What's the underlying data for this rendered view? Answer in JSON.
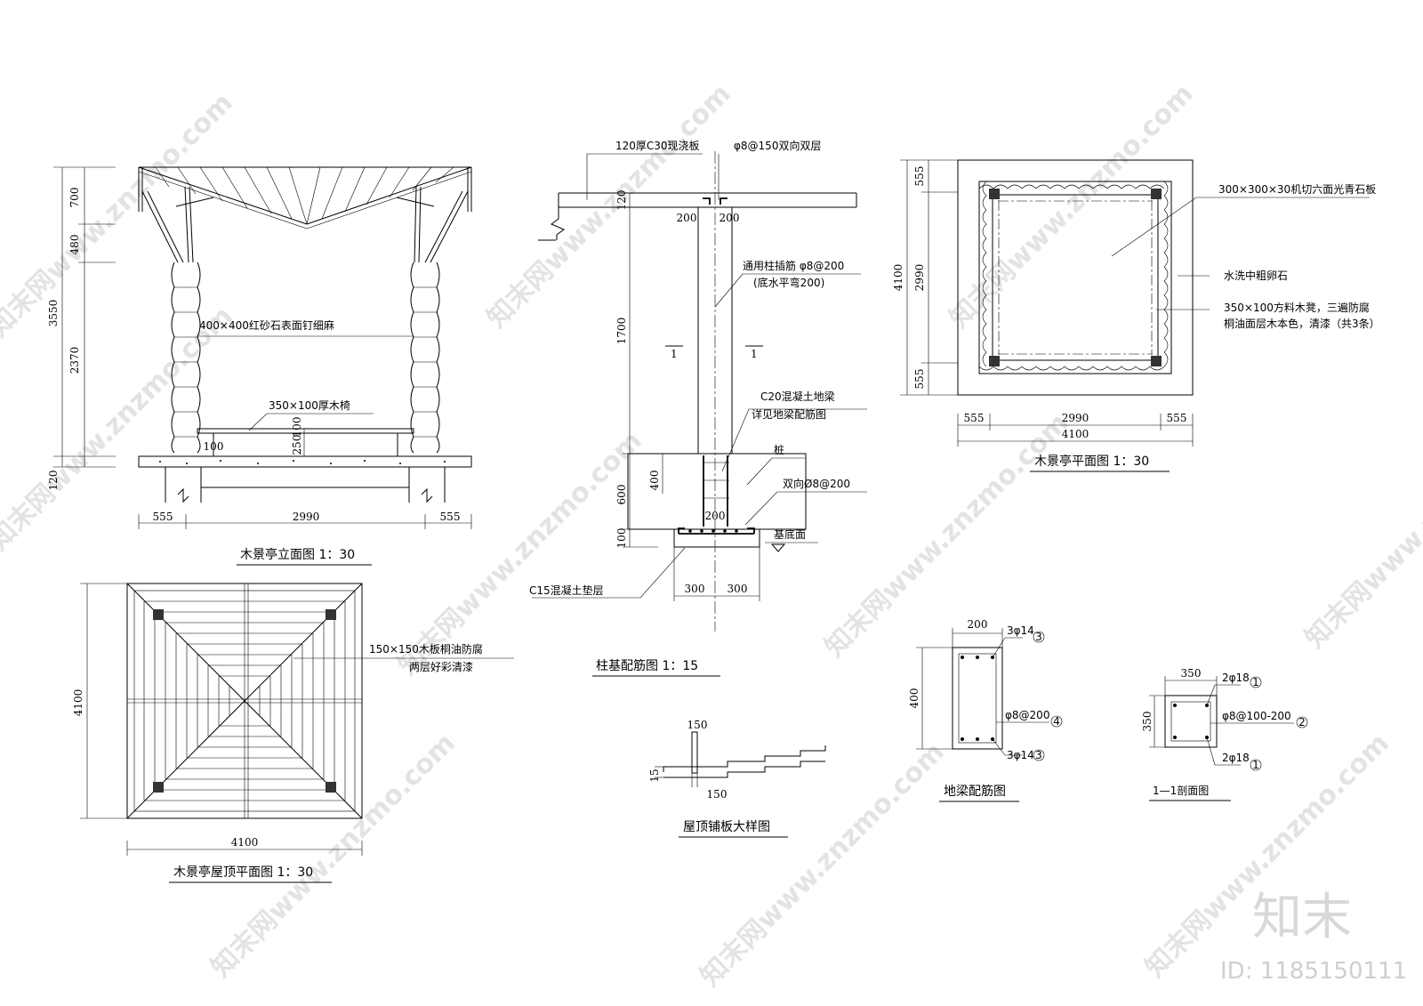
{
  "watermark": {
    "text": "知末网www.znzmo.com",
    "brand": "知末",
    "id_text": "ID: 1185150111"
  },
  "elevation": {
    "title": "木景亭立面图 1：30",
    "column_note": "400×400红砂石表面钉细麻",
    "bench_note": "350×100厚木椅",
    "dims_left": [
      "700",
      "480",
      "3550",
      "2370",
      "120"
    ],
    "dims_bottom": [
      "555",
      "2990",
      "555"
    ],
    "dims_inner": [
      "100",
      "250",
      "100"
    ]
  },
  "roof_plan": {
    "title": "木景亭屋顶平面图 1：30",
    "note_1": "150×150木板桐油防腐",
    "note_2": "两层好彩清漆",
    "dim_left": "4100",
    "dim_bottom": "4100"
  },
  "foundation": {
    "title": "柱基配筋图 1：15",
    "slab_note": "120厚C30现浇板",
    "rebar_note": "φ8@150双向双层",
    "insert_note_1": "通用柱插筋 φ8@200",
    "insert_note_2": "(底水平弯200)",
    "beam_note_1": "C20混凝土地梁",
    "beam_note_2": "详见地梁配筋图",
    "pile_note": "桩",
    "bottom_rebar_note": "双向Ø8@200",
    "base_note": "基底面",
    "cushion_note": "C15混凝土垫层",
    "section_mark": "1",
    "dims_vertical": [
      "120",
      "1700",
      "400",
      "600",
      "100"
    ],
    "dims_top": [
      "200",
      "200"
    ],
    "dim_inner": "200",
    "dims_bottom": [
      "300",
      "300"
    ]
  },
  "floor_plan": {
    "title": "木景亭平面图 1：30",
    "stone_note": "300×300×30机切六面光青石板",
    "pebble_note": "水洗中粗卵石",
    "bench_note_1": "350×100方料木凳，三遍防腐",
    "bench_note_2": "桐油面层木本色，清漆（共3条）",
    "dims_left": [
      "555",
      "2990",
      "555"
    ],
    "dim_left_total": "4100",
    "dims_bottom": [
      "555",
      "2990",
      "555"
    ],
    "dim_bottom_total": "4100"
  },
  "roof_detail": {
    "title": "屋顶铺板大样图",
    "dim_top": "150",
    "dim_left": "15",
    "dim_bottom": "150"
  },
  "beam_section": {
    "title": "地梁配筋图",
    "dim_top": "200",
    "dim_left": "400",
    "top_bar": "3φ14",
    "stirrup": "φ8@200",
    "bottom_bar": "3φ14",
    "tag_top": "3",
    "tag_mid": "4",
    "tag_bottom": "3"
  },
  "column_section": {
    "title": "1—1剖面图",
    "dim_top": "350",
    "dim_left": "350",
    "top_bar": "2φ18",
    "stirrup": "φ8@100-200",
    "bottom_bar": "2φ18",
    "tag_top": "1",
    "tag_mid": "2",
    "tag_bottom": "1"
  }
}
